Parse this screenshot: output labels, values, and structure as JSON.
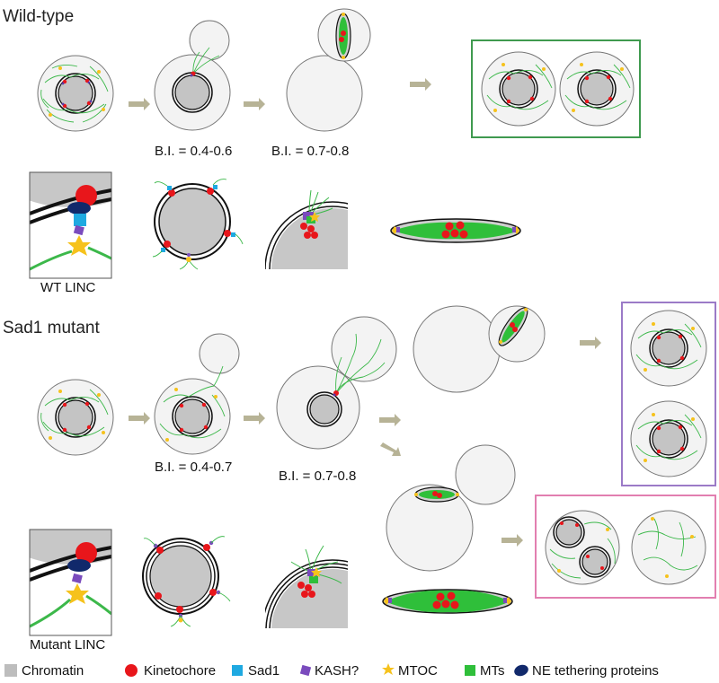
{
  "sections": {
    "wild_type": "Wild-type",
    "sad1_mutant": "Sad1 mutant"
  },
  "captions": {
    "wt_bi_1": "B.I. = 0.4-0.6",
    "wt_bi_2": "B.I. = 0.7-0.8",
    "wt_linc": "WT LINC",
    "mut_bi_1": "B.I. = 0.4-0.7",
    "mut_bi_2": "B.I. = 0.7-0.8",
    "mut_linc": "Mutant LINC"
  },
  "legend": [
    {
      "label": "Chromatin",
      "color": "#bdbdbd",
      "icon": "chromatin-square"
    },
    {
      "label": "Kinetochore",
      "color": "#e8161b",
      "icon": "kinetochore-dot"
    },
    {
      "label": "Sad1",
      "color": "#1fa9e1",
      "icon": "sad1-square"
    },
    {
      "label": "KASH?",
      "color": "#7a4bbd",
      "icon": "kash-rhomb"
    },
    {
      "label": "MTOC",
      "color": "#f6c21c",
      "icon": "mtoc-star"
    },
    {
      "label": "MTs",
      "color": "#2fbf3a",
      "icon": "mts-square"
    },
    {
      "label": "NE tethering proteins",
      "color": "#11296b",
      "icon": "ne-tether-blob"
    }
  ],
  "box_colors": {
    "wild_type_outcome": "#3f9a4f",
    "mutant_outcome_top": "#9b7ac7",
    "mutant_outcome_bottom": "#e27fb0"
  }
}
